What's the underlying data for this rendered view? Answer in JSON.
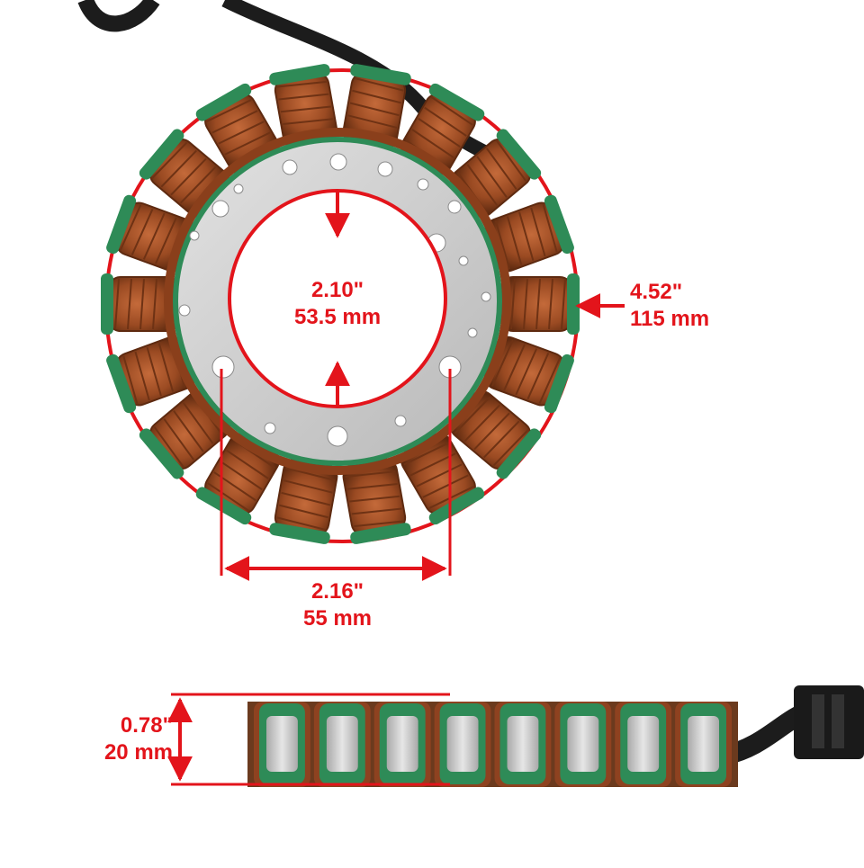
{
  "colors": {
    "annotation": "#e3141b",
    "copper": "#9a4a22",
    "insulation_green": "#2e8b57",
    "steel": "#c9c9c9",
    "cable": "#1c1c1c"
  },
  "dimensions": {
    "inner_diameter": {
      "inches": "2.10\"",
      "mm": "53.5 mm"
    },
    "outer_diameter": {
      "inches": "4.52\"",
      "mm": "115 mm"
    },
    "bolt_spacing": {
      "inches": "2.16\"",
      "mm": "55 mm"
    },
    "thickness": {
      "inches": "0.78\"",
      "mm": "20 mm"
    }
  },
  "stator": {
    "pole_count": 18
  },
  "side_view": {
    "visible_pole_count": 8
  }
}
